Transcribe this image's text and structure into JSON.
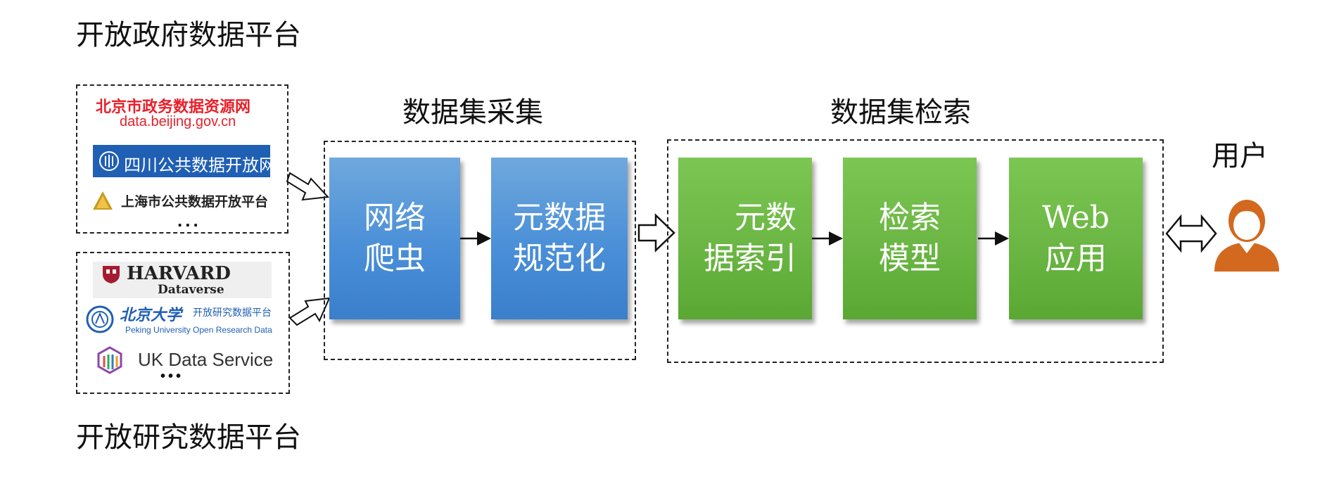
{
  "headings": {
    "gov_platforms": "开放政府数据平台",
    "research_platforms": "开放研究数据平台",
    "collection": "数据集采集",
    "retrieval": "数据集检索",
    "user": "用户"
  },
  "gov_logos": {
    "beijing_cn": "北京市政务数据资源网",
    "beijing_url": "data.beijing.gov.cn",
    "sichuan": "四川公共数据开放网",
    "shanghai": "上海市公共数据开放平台",
    "ellipsis": "..."
  },
  "research_logos": {
    "harvard_name": "HARVARD",
    "harvard_sub": "Dataverse",
    "pku_cn": "北京大学",
    "pku_platform": "开放研究数据平台",
    "pku_en": "Peking University Open Research Data",
    "ukds": "UK Data Service",
    "ellipsis": "•••"
  },
  "steps": {
    "crawler": "网络\n爬虫",
    "normalize": "元数据\n规范化",
    "index": "元数\n据索引",
    "model": "检索\n模型",
    "web": "Web\n应用"
  },
  "colors": {
    "blue_box": "#4a8fd8",
    "green_box": "#6bb644",
    "user_icon": "#d2691e",
    "beijing_red": "#e8202a",
    "sichuan_blue": "#1f5fb4"
  },
  "icons": {
    "user": "user-icon",
    "sichuan": "building-icon",
    "shanghai": "pyramid-icon",
    "harvard": "shield-icon",
    "pku": "seal-icon",
    "ukds": "cube-icon"
  }
}
